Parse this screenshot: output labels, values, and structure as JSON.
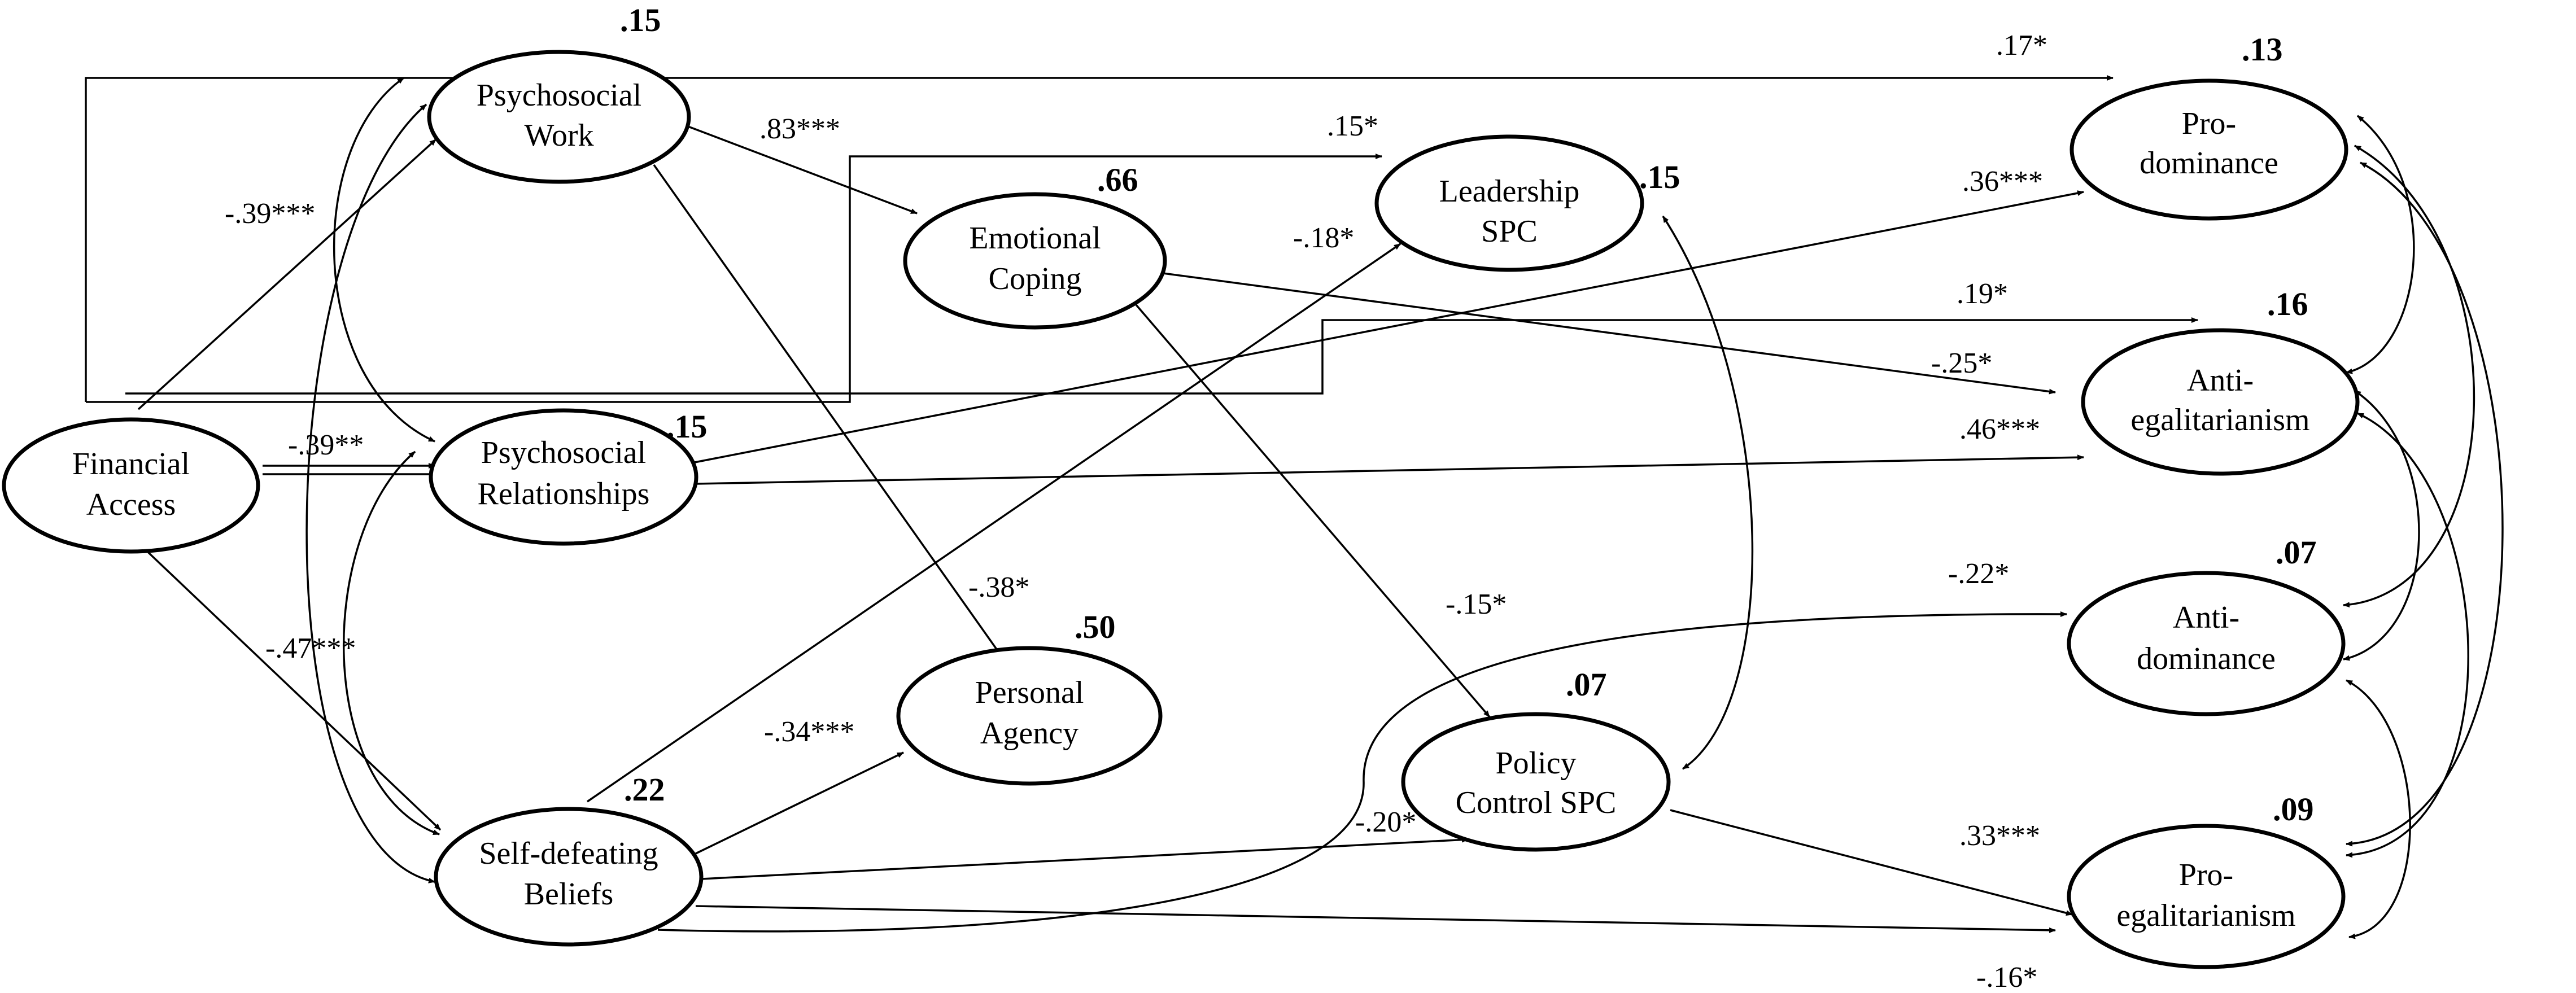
{
  "nodes": {
    "financial_access": {
      "lines": [
        "Financial",
        "Access"
      ]
    },
    "psychosocial_work": {
      "lines": [
        "Psychosocial",
        "Work"
      ],
      "r2": ".15"
    },
    "psychosocial_relationships": {
      "lines": [
        "Psychosocial",
        "Relationships"
      ],
      "r2": ".15"
    },
    "self_defeating_beliefs": {
      "lines": [
        "Self-defeating",
        "Beliefs"
      ],
      "r2": ".22"
    },
    "emotional_coping": {
      "lines": [
        "Emotional",
        "Coping"
      ],
      "r2": ".66"
    },
    "personal_agency": {
      "lines": [
        "Personal",
        "Agency"
      ],
      "r2": ".50"
    },
    "leadership_spc": {
      "lines": [
        "Leadership",
        "SPC"
      ],
      "r2": ".15"
    },
    "policy_control_spc": {
      "lines": [
        "Policy",
        "Control SPC"
      ],
      "r2": ".07"
    },
    "pro_dominance": {
      "lines": [
        "Pro-",
        "dominance"
      ],
      "r2": ".13"
    },
    "anti_egalitarianism": {
      "lines": [
        "Anti-",
        "egalitarianism"
      ],
      "r2": ".16"
    },
    "anti_dominance": {
      "lines": [
        "Anti-",
        "dominance"
      ],
      "r2": ".07"
    },
    "pro_egalitarianism": {
      "lines": [
        "Pro-",
        "egalitarianism"
      ],
      "r2": ".09"
    }
  },
  "coefficients": {
    "fa_pw": "-.39***",
    "fa_pr": "-.39**",
    "fa_sdb": "-.47***",
    "fa_prodom": ".17*",
    "fa_leader": ".15*",
    "fa_antiegal": ".19*",
    "pw_ec": ".83***",
    "pw_pa": "-.38*",
    "ec_antiegal": "-.25*",
    "ec_policy": "-.15*",
    "pr_prodom": ".36***",
    "pr_antiegal": ".46***",
    "sdb_pa": "-.34***",
    "sdb_leader": "-.18*",
    "sdb_policy": "-.20*",
    "sdb_antidom": "-.22*",
    "sdb_proegal": "-.16*",
    "policy_proegal": ".33***"
  }
}
